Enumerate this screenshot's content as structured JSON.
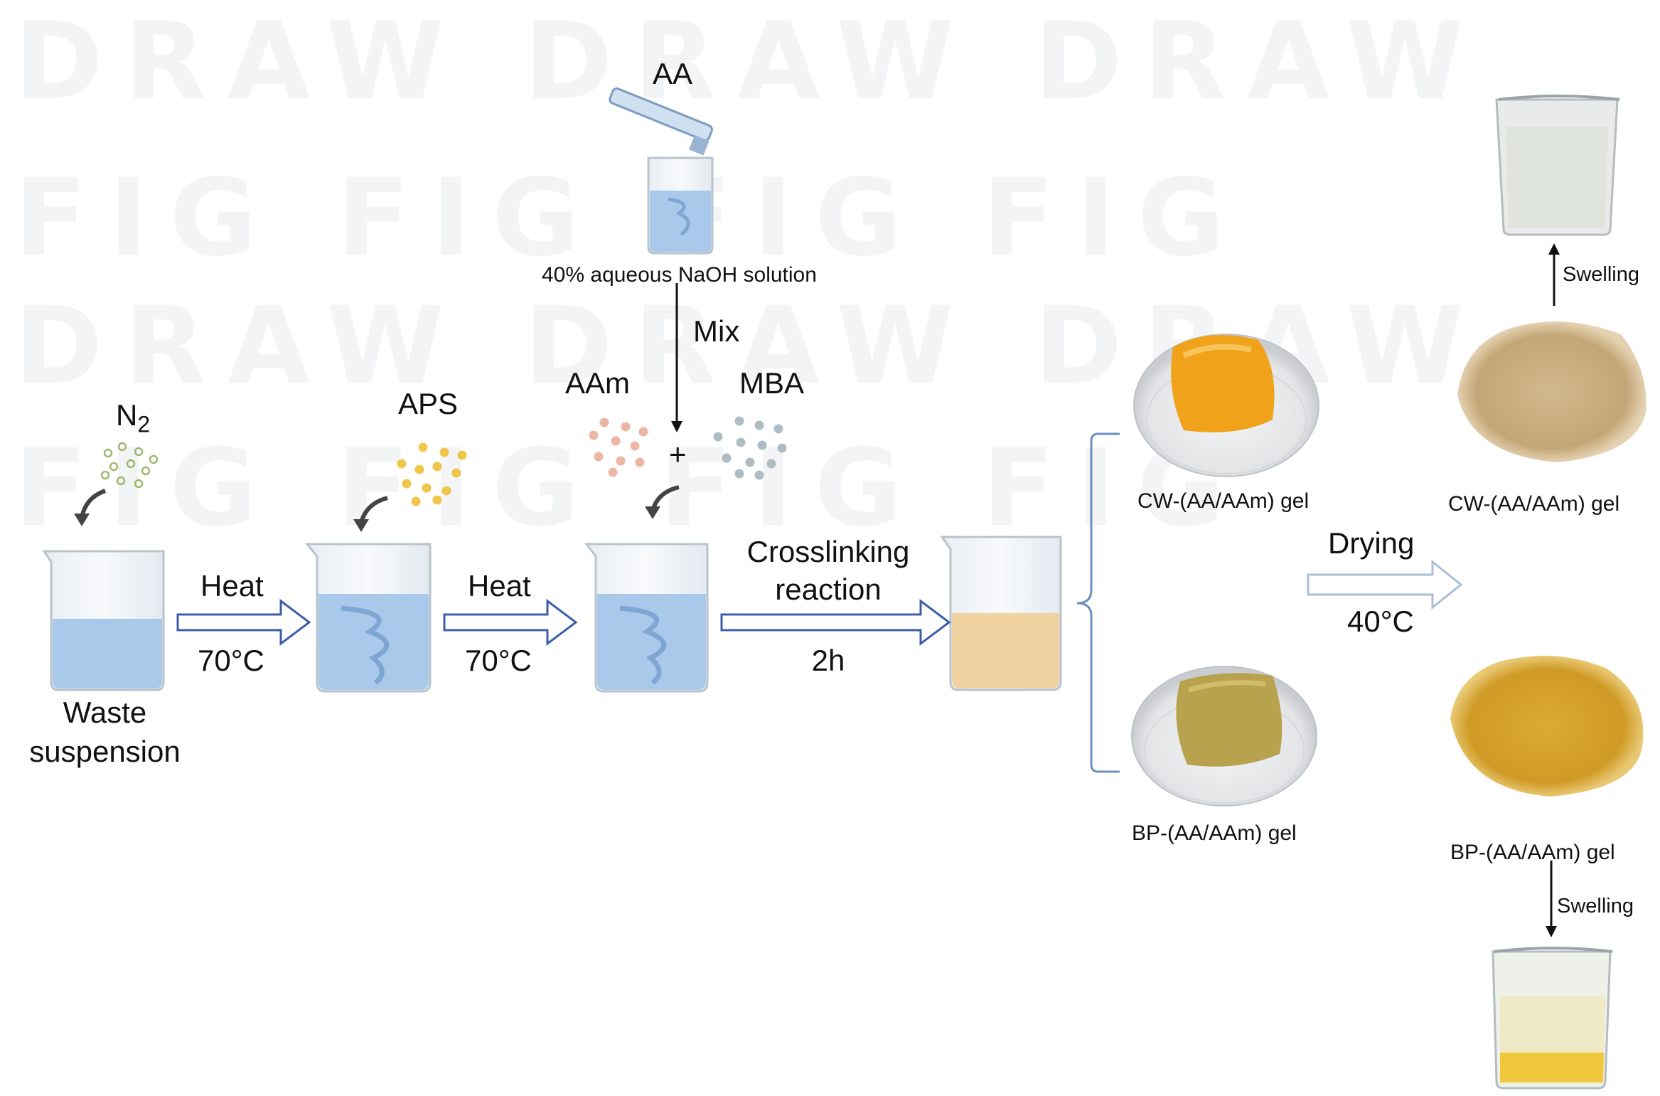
{
  "watermark": {
    "word_a": "DRAW",
    "word_b": "FIG"
  },
  "reagents": {
    "aa": "AA",
    "naoh": "40% aqueous NaOH solution",
    "mix": "Mix",
    "aam": "AAm",
    "mba": "MBA",
    "plus": "+",
    "n2_base": "N",
    "n2_sub": "2",
    "aps": "APS"
  },
  "steps": {
    "start_label_1": "Waste",
    "start_label_2": "suspension",
    "heat_1": "Heat",
    "temp_1": "70°C",
    "heat_2": "Heat",
    "temp_2": "70°C",
    "crosslink_1": "Crosslinking",
    "crosslink_2": "reaction",
    "time": "2h",
    "drying": "Drying",
    "drying_temp": "40°C",
    "swelling_top": "Swelling",
    "swelling_bottom": "Swelling"
  },
  "products": {
    "cw_gel": "CW-(AA/AAm) gel",
    "bp_gel": "BP-(AA/AAm) gel",
    "cw_dry": "CW-(AA/AAm) gel",
    "bp_dry": "BP-(AA/AAm) gel"
  },
  "colors": {
    "arrow_stroke": "#3a5fa8",
    "water": "#a9c9ea",
    "mixture": "#f1d3a1",
    "cw_gel": "#f0a21a",
    "bp_gel": "#b9a24e",
    "cw_powder": "#c9ad7e",
    "bp_powder": "#d9a52c"
  }
}
